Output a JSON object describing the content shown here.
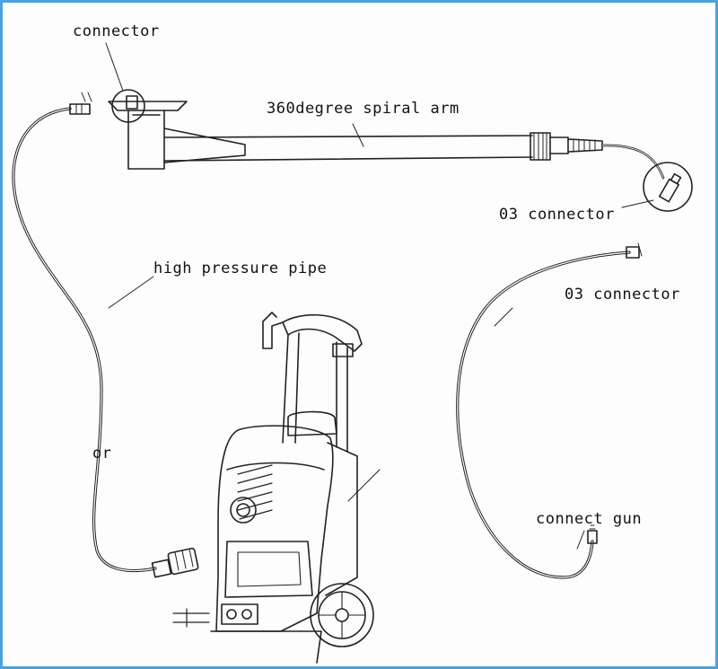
{
  "labels": {
    "connector_top": "connector",
    "spiral_arm": "360degree spiral arm",
    "connector_03_upper": "03 connector",
    "connector_03_lower": "03 connector",
    "high_pressure_pipe": "high pressure pipe",
    "or": "or",
    "connect_gun": "connect gun"
  },
  "colors": {
    "border": "#4aa3df",
    "line": "#222222"
  }
}
